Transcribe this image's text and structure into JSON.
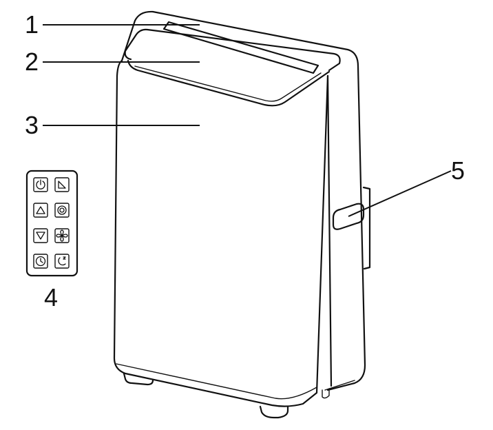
{
  "callouts": {
    "c1": "1",
    "c2": "2",
    "c3": "3",
    "c4": "4",
    "c5": "5"
  },
  "remote_buttons": [
    "power-icon",
    "mode-icon",
    "temp-up-icon",
    "swing-icon",
    "temp-down-icon",
    "fan-speed-icon",
    "timer-icon",
    "sleep-icon"
  ],
  "colors": {
    "line": "#111111",
    "background": "#ffffff"
  }
}
